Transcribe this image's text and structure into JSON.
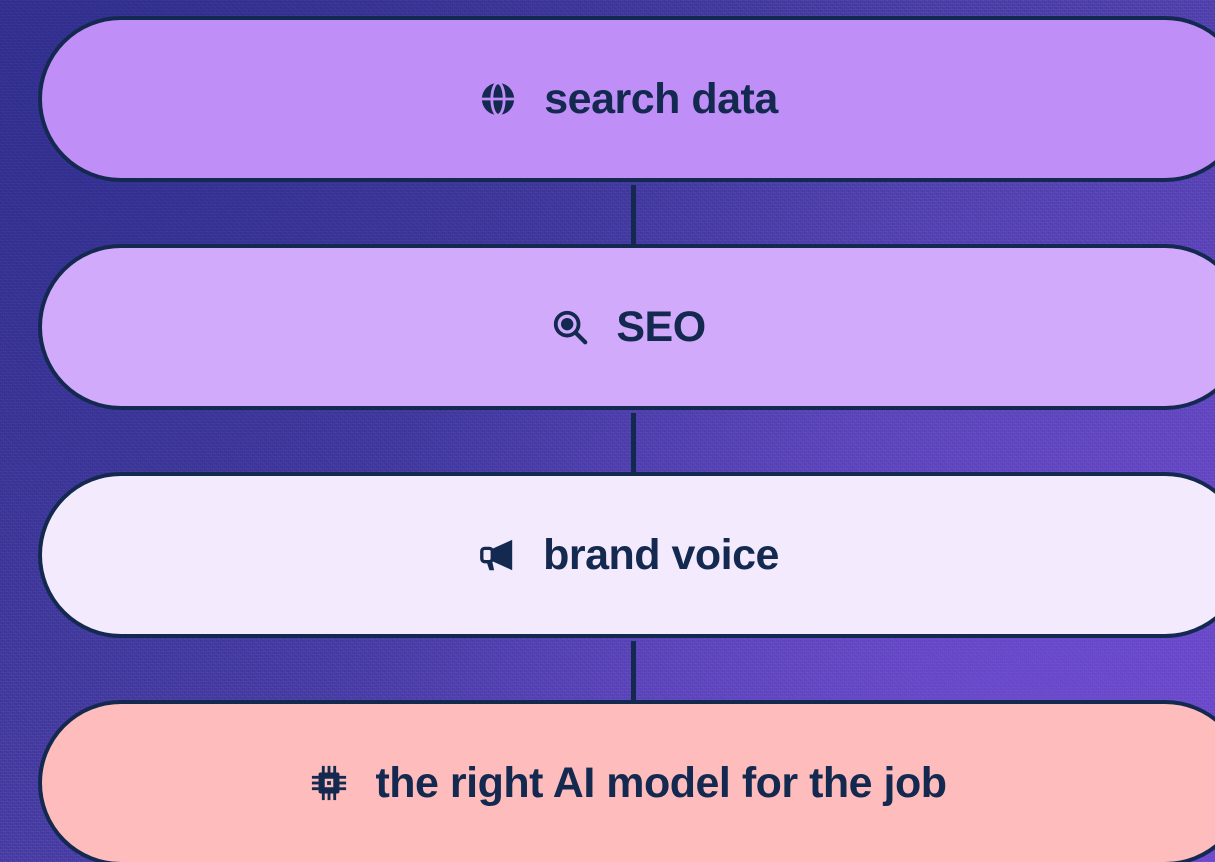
{
  "steps": [
    {
      "label": "search data",
      "icon": "globe-icon",
      "color": "#c08ef7"
    },
    {
      "label": "SEO",
      "icon": "search-icon",
      "color": "#d2aafb"
    },
    {
      "label": "brand voice",
      "icon": "megaphone-icon",
      "color": "#f4eafd"
    },
    {
      "label": "the right AI model for the job",
      "icon": "chip-icon",
      "color": "#ffbcbc"
    }
  ],
  "colors": {
    "outline": "#14294f",
    "text": "#14294f"
  }
}
